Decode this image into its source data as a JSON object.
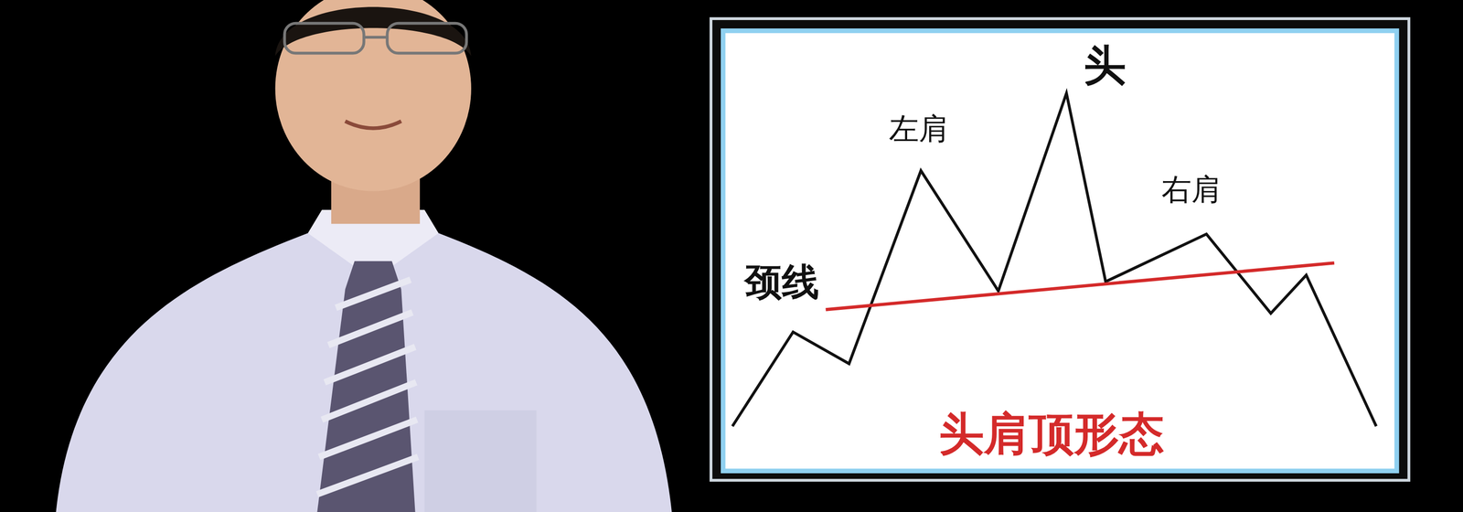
{
  "diagram": {
    "caption": "头肩顶形态",
    "labels": [
      "头",
      "左肩",
      "右肩",
      "颈线"
    ]
  }
}
